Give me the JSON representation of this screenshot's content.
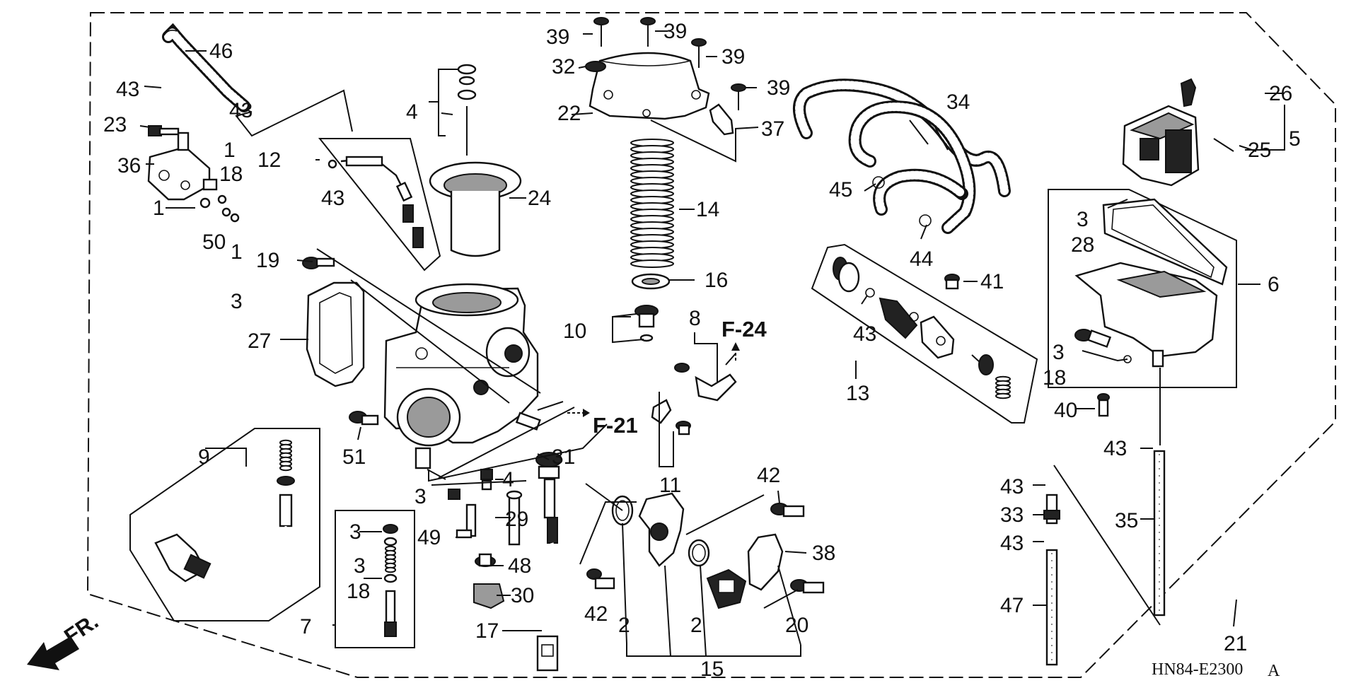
{
  "diagram_code": "HN84-E2300",
  "diagram_code_suffix": "A",
  "front_marker": "FR.",
  "refs": {
    "f24": "F-24",
    "f21": "F-21"
  },
  "callouts": {
    "c1a": "1",
    "c1b": "1",
    "c1c": "1",
    "c2a": "2",
    "c2b": "2",
    "c3a": "3",
    "c3b": "3",
    "c3c": "3",
    "c3d": "3",
    "c3e": "3",
    "c3f": "3",
    "c4a": "4",
    "c4b": "4",
    "c5": "5",
    "c6": "6",
    "c7": "7",
    "c8": "8",
    "c9": "9",
    "c10": "10",
    "c11": "11",
    "c12": "12",
    "c13": "13",
    "c14": "14",
    "c15": "15",
    "c16": "16",
    "c17": "17",
    "c18a": "18",
    "c18b": "18",
    "c18c": "18",
    "c19": "19",
    "c20": "20",
    "c21": "21",
    "c22": "22",
    "c23": "23",
    "c24": "24",
    "c25": "25",
    "c26": "26",
    "c27": "27",
    "c28": "28",
    "c29": "29",
    "c30": "30",
    "c31": "31",
    "c32": "32",
    "c33": "33",
    "c34": "34",
    "c35": "35",
    "c36": "36",
    "c37": "37",
    "c38": "38",
    "c39a": "39",
    "c39b": "39",
    "c39c": "39",
    "c39d": "39",
    "c40": "40",
    "c41": "41",
    "c42a": "42",
    "c42b": "42",
    "c43a": "43",
    "c43b": "43",
    "c43c": "43",
    "c43d": "43",
    "c43e": "43",
    "c43f": "43",
    "c43g": "43",
    "c44": "44",
    "c45": "45",
    "c46": "46",
    "c47": "47",
    "c48": "48",
    "c49": "49",
    "c50": "50",
    "c51": "51"
  }
}
